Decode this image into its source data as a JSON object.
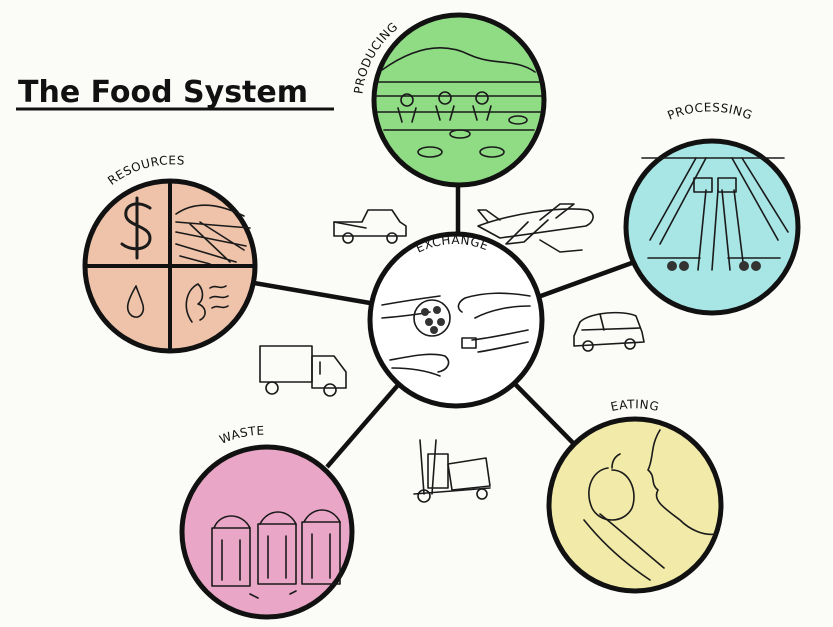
{
  "title": "The Food System",
  "nodes": {
    "center": {
      "label": "EXCHANGE"
    },
    "producing": {
      "label": "PRODUCING",
      "color": "#8fdc85"
    },
    "processing": {
      "label": "PROCESSING",
      "color": "#a8e6e6"
    },
    "eating": {
      "label": "EATING",
      "color": "#f2eaa8"
    },
    "waste": {
      "label": "WASTE",
      "color": "#eaa6c6"
    },
    "resources": {
      "label": "RESOURCES",
      "color": "#eec3a9"
    }
  },
  "icons": [
    "pickup-truck-icon",
    "airplane-icon",
    "car-icon",
    "delivery-truck-icon",
    "hand-truck-icon"
  ]
}
